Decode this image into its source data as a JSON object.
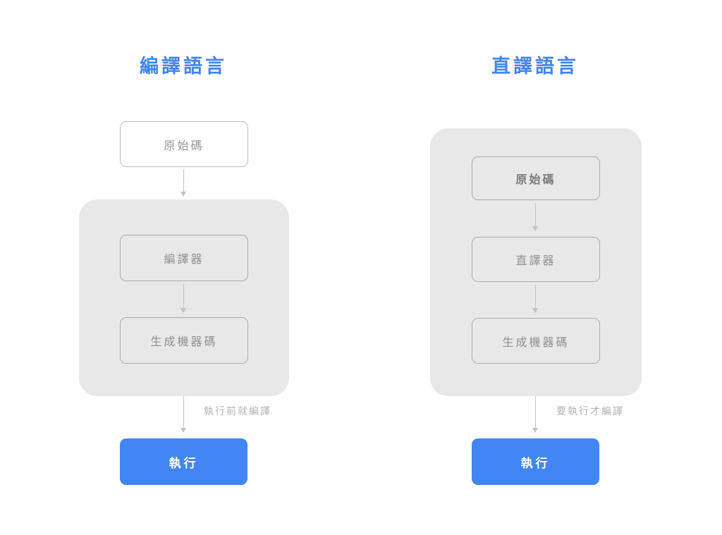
{
  "colors": {
    "accent_blue": "#4285F4",
    "panel_gray": "#E8E8E8",
    "node_border_gray": "#ABABAB",
    "node_text_gray": "#8F8F8F",
    "arrow_gray": "#C4C4C4",
    "note_gray": "#B3B3B3",
    "button_text": "#FFFFFF"
  },
  "left": {
    "title": "編譯語言",
    "source_node": "原始碼",
    "panel_nodes": [
      "編譯器",
      "生成機器碼"
    ],
    "arrow_note": "執行前就編譯",
    "run_label": "執行"
  },
  "right": {
    "title": "直譯語言",
    "panel_nodes": [
      "原始碼",
      "直譯器",
      "生成機器碼"
    ],
    "arrow_note": "要執行才編譯",
    "run_label": "執行"
  }
}
